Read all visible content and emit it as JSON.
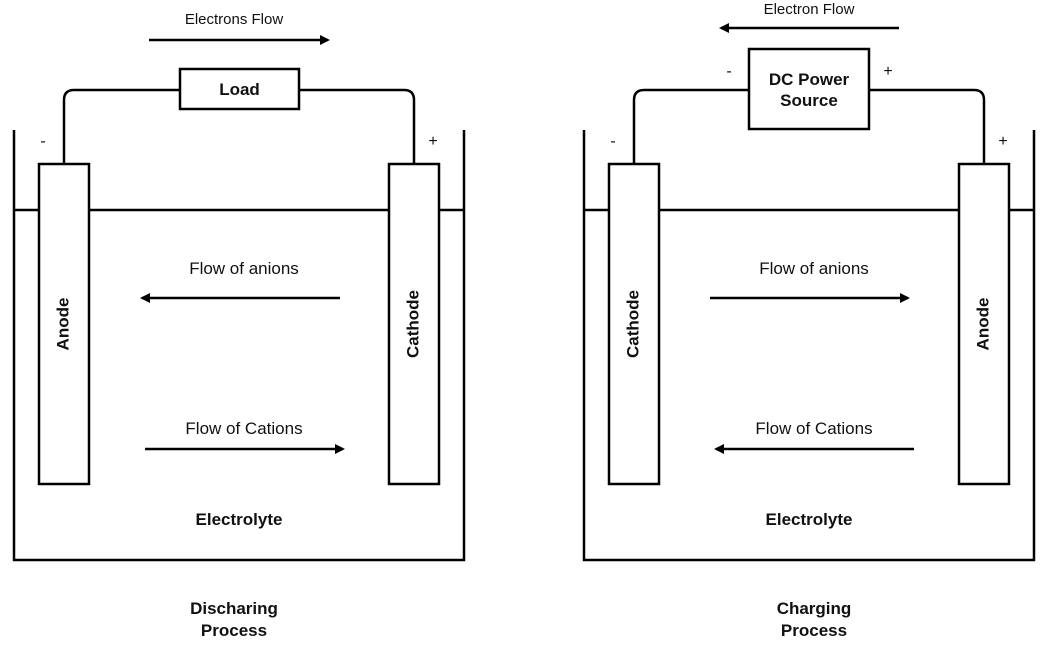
{
  "discharging": {
    "electron_flow": "Electrons Flow",
    "load": "Load",
    "minus": "-",
    "plus": "+",
    "left_electrode": "Anode",
    "right_electrode": "Cathode",
    "anions": "Flow of anions",
    "cations": "Flow of Cations",
    "electrolyte": "Electrolyte",
    "process_line1": "Discharing",
    "process_line2": "Process"
  },
  "charging": {
    "electron_flow": "Electron Flow",
    "source_line1": "DC Power",
    "source_line2": "Source",
    "minus": "-",
    "plus": "+",
    "left_electrode": "Cathode",
    "right_electrode": "Anode",
    "anions": "Flow of anions",
    "cations": "Flow of Cations",
    "electrolyte": "Electrolyte",
    "process_line1": "Charging",
    "process_line2": "Process"
  }
}
